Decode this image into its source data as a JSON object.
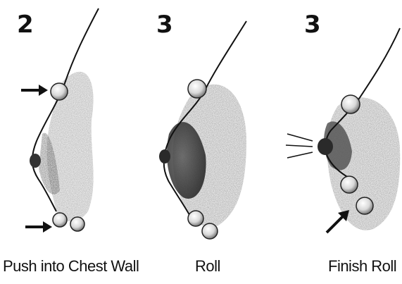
{
  "steps": [
    {
      "number": "2",
      "caption": "Push into Chest Wall"
    },
    {
      "number": "3",
      "caption": "Roll"
    },
    {
      "number": "3",
      "caption": "Finish Roll"
    }
  ],
  "colors": {
    "ink": "#111111",
    "shading": "#9a9a9a",
    "dark_shading": "#3a3a3a"
  }
}
